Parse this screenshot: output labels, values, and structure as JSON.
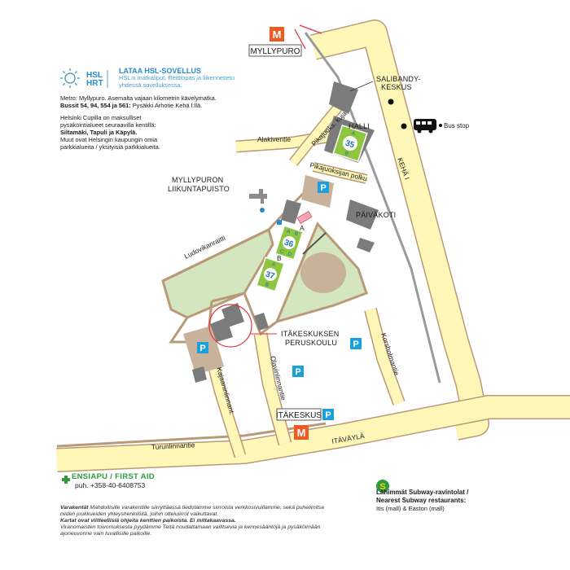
{
  "hsl": {
    "logo_line1": "HSL",
    "logo_line2": "HRT",
    "title": "LATAA HSL-SOVELLUS",
    "subtitle": "HSL:n matkaliput, Reittiopas ja liikennetieto yhdessä sovelluksessa."
  },
  "transit": {
    "metro_line": "Metro: Myllypuro. Asemalta vajaan kilometrin kävelymatka.",
    "bus_prefix": "Bussit 54, 94, 554 ja 561:",
    "bus_rest": " Pysäkki Arhotie Kehä I:llä."
  },
  "parking": {
    "line1": "Helsinki Cupilla on maksulliset pysäköintialueet seuraavilla kentillä:",
    "bold": "Siltamäki, Tapuli ja Käpylä.",
    "line2": "Muut ovat Helsingin kaupungin omia parkkialueita / yksityisiä parkkialueita."
  },
  "map_labels": {
    "metro_top": "MYLLYPURO",
    "metro_bottom": "ITÄKESKUS",
    "salibandy_1": "SALIBANDY-",
    "salibandy_2": "KESKUS",
    "bus_stop": "Bus stop",
    "halli": "HALLI",
    "pikajuoksijan_kuja": "Pikajuoks. kuja",
    "pikajuoksijan_polku": "Pikajuoksijan polku",
    "alakiventie": "Alakiventie",
    "kehä": "KEHÄ I",
    "liikuntapuisto_1": "MYLLYPURON",
    "liikuntapuisto_2": "LIIKUNTAPUISTO",
    "paivakoti": "PÄIVÄKOTI",
    "ludovikanraitti": "Ludovikanraitti",
    "koulu_1": "ITÄKESKUKSEN",
    "koulu_2": "PERUSKOULU",
    "korsholmantie": "Korsholmantie",
    "kajaaninlinnant": "Kajaaninlinnant.",
    "olavinlinnantie": "Olavinlinnantie",
    "turunlinnantie": "Turunlinnantie",
    "itavayla": "ITÄVÄYLÄ",
    "metro_letter": "M",
    "parking_letter": "P"
  },
  "fields": [
    {
      "num": "35",
      "a": "A",
      "b": "B"
    },
    {
      "num": "36",
      "a": "A",
      "b": "B",
      "c": "C",
      "d": "D"
    },
    {
      "num": "37",
      "a": "A",
      "b": "B"
    }
  ],
  "field_side_labels": {
    "a": "A",
    "b": "B"
  },
  "firstaid": {
    "title": "ENSIAPU / FIRST AID",
    "phone": "puh. +358-40-6408753"
  },
  "disclaimer": {
    "l1_bold": "Varakentät",
    "l1": " Mahdollisille varakentille siirryttäessä tiedotamme siirroista verkkosivuillamme, sekä puhelimitse niiden joukkueiden yhteyshenkilöitä, joihin otteluiirrot vaikuttavat.",
    "l2": "Kartat ovat viitteellisiä ohjeita kenttien paikoista. Ei mittakaavassa.",
    "l3": "Viranomaisten toivomuksesta pyydämme Teitä noudattamaan vallitsevia ja kennesääntöjä ja pysäköimään ajoneuvonne vain luvallisille paikoille."
  },
  "subway": {
    "title": "Lähimmät Subway-ravintolat / Nearest Subway restaurants:",
    "places": "Itis (mall) & Easton (mall)"
  },
  "colors": {
    "road_fill": "#fff7b8",
    "road_border": "#b99a78",
    "park": "#d4e6bf",
    "building": "#7b7b7b",
    "parking_area": "#c9b29c",
    "field_green": "#8ec63f",
    "metro_orange": "#f05a22",
    "parking_blue": "#1aa1db",
    "hsl_blue": "#2b8bc9",
    "firstaid_green": "#2e9a3c",
    "rail_grey": "#9a9a9a"
  }
}
